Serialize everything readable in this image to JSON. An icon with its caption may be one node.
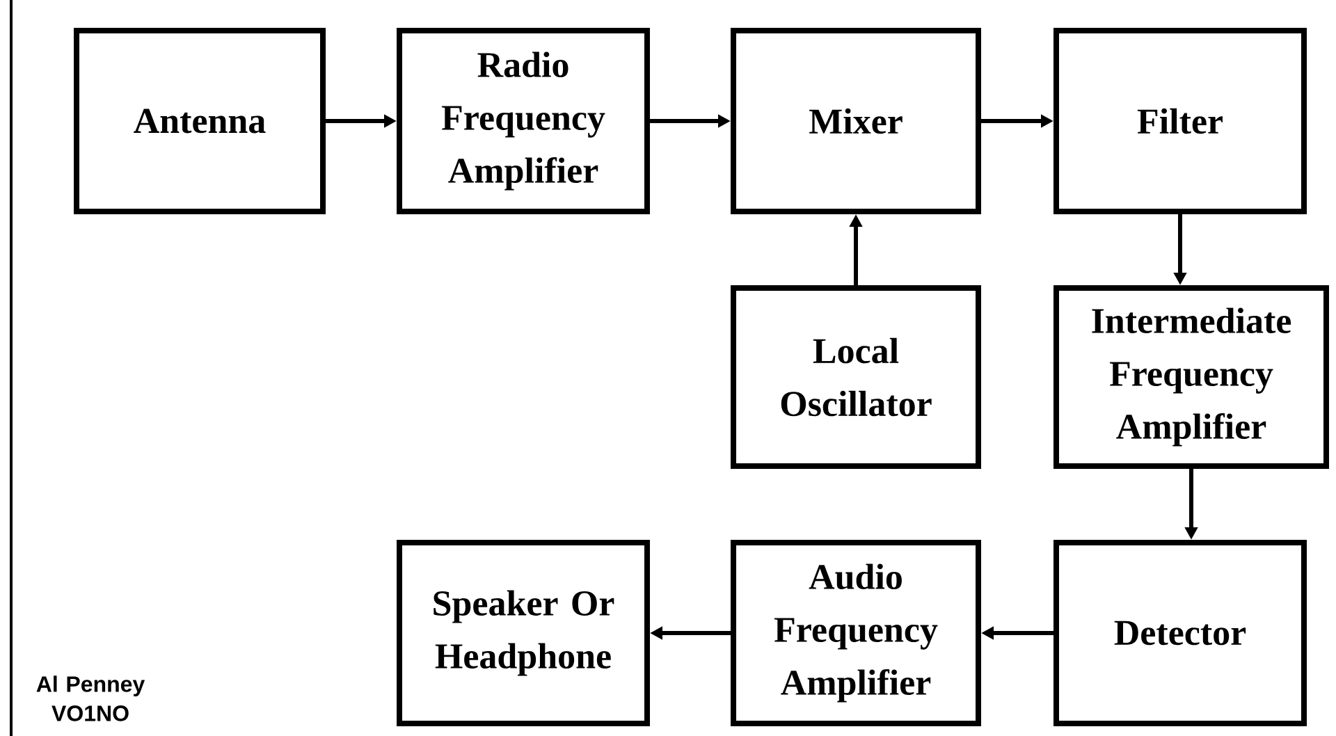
{
  "diagram": {
    "nodes": [
      {
        "text": [
          "Antenna"
        ]
      },
      {
        "text": [
          "Radio Frequency Amplifier"
        ]
      },
      {
        "text": [
          "Mixer"
        ]
      },
      {
        "text": [
          "Filter"
        ]
      },
      {
        "text": [
          "Local Oscillator"
        ]
      },
      {
        "text": [
          "Intermediate Frequency Amplifier"
        ]
      },
      {
        "text": [
          "Detector"
        ]
      },
      {
        "text": [
          "Audio Frequency Amplifier"
        ]
      },
      {
        "text": [
          "Speaker Or Headphone"
        ]
      }
    ],
    "edges": [
      {
        "from": 0,
        "to": 1,
        "arrow": "to"
      },
      {
        "from": 1,
        "to": 2,
        "arrow": "to"
      },
      {
        "from": 2,
        "to": 3,
        "arrow": "to"
      },
      {
        "from": 4,
        "to": 2,
        "arrow": "to"
      },
      {
        "from": 3,
        "to": 5,
        "arrow": "to"
      },
      {
        "from": 5,
        "to": 6,
        "arrow": "to"
      },
      {
        "from": 6,
        "to": 7,
        "arrow": "to"
      },
      {
        "from": 7,
        "to": 8,
        "arrow": "to"
      }
    ],
    "labels": [
      "Al Penney VO1NO"
    ]
  }
}
